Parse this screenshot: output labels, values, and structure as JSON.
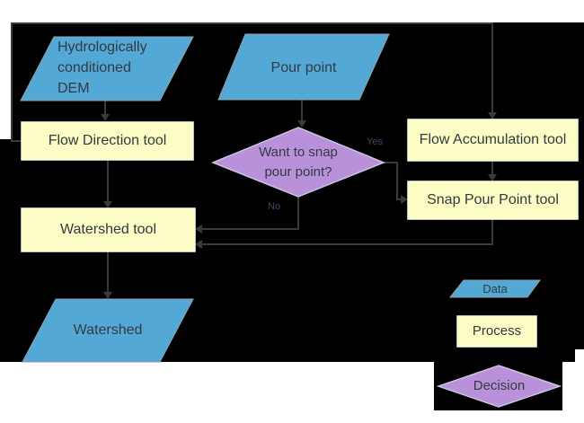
{
  "nodes": {
    "dem": {
      "label": "Hydrologically\nconditioned\nDEM",
      "type": "data"
    },
    "pour_point": {
      "label": "Pour point",
      "type": "data"
    },
    "flow_direction": {
      "label": "Flow Direction tool",
      "type": "process"
    },
    "flow_accumulation": {
      "label": "Flow Accumulation tool",
      "type": "process"
    },
    "snap_pour_point": {
      "label": "Snap Pour Point tool",
      "type": "process"
    },
    "watershed_tool": {
      "label": "Watershed tool",
      "type": "process"
    },
    "watershed": {
      "label": "Watershed",
      "type": "data"
    },
    "decision": {
      "label": "Want to snap\npour point?",
      "type": "decision"
    }
  },
  "edge_labels": {
    "yes": "Yes",
    "no": "No"
  },
  "legend": {
    "data_label": "Data",
    "process_label": "Process",
    "decision_label": "Decision"
  },
  "colors": {
    "background": "#000000",
    "page": "#ffffff",
    "data_fill": "#54a8d5",
    "process_fill": "#fcfcc5",
    "decision_fill": "#b891da",
    "connector": "#3a3a3a",
    "node_text": "#333a42",
    "edge_label_text": "#3c4a6b"
  }
}
